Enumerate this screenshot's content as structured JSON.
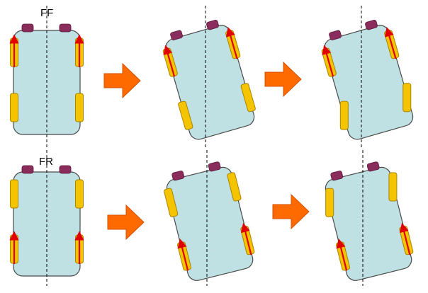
{
  "labels": {
    "ff": "FF",
    "fr": "FR"
  },
  "colors": {
    "body_fill": "#bfe1e4",
    "body_stroke": "#4a4a4a",
    "wheel_fill": "#f5c400",
    "wheel_stroke": "#a88400",
    "light_fill": "#8a2c5c",
    "arrow_fill": "#ff6a00",
    "arrow_stroke": "#d05000",
    "force_arrow": "#e00000",
    "centerline": "#000000"
  },
  "icons": [
    "step-arrow-icon",
    "drive-force-arrow-icon"
  ],
  "rows": [
    {
      "label_key": "ff",
      "driven": "front",
      "steps": [
        {
          "rotation_deg": 0
        },
        {
          "rotation_deg": -16
        },
        {
          "rotation_deg": -16,
          "rear_tilt_deg": 16
        }
      ]
    },
    {
      "label_key": "fr",
      "driven": "rear",
      "steps": [
        {
          "rotation_deg": 0
        },
        {
          "rotation_deg": -14
        },
        {
          "rotation_deg": -14,
          "front_tilt_deg": 14
        }
      ]
    }
  ]
}
